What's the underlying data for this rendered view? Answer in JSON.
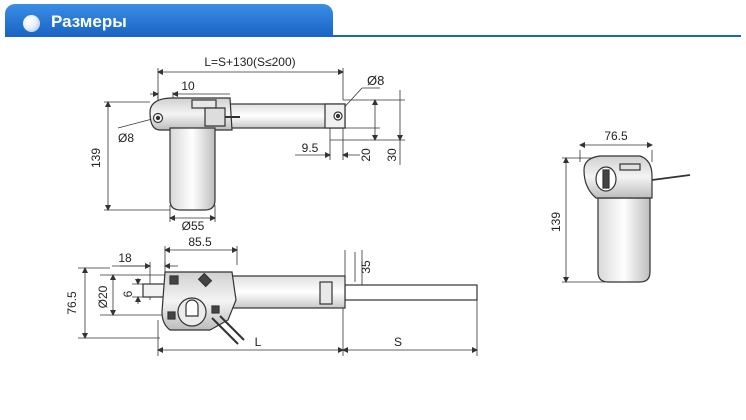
{
  "header": {
    "title": "Размеры"
  },
  "top_view": {
    "length_formula": "L=S+130(S≤200)",
    "dim_10": "10",
    "dim_hole_top": "Ø8",
    "dim_hole_left": "Ø8",
    "dim_139": "139",
    "dim_9_5": "9.5",
    "dim_20": "20",
    "dim_30": "30",
    "dim_motor_dia": "Ø55"
  },
  "side_view": {
    "dim_85_5": "85.5",
    "dim_18": "18",
    "dim_20": "Ø20",
    "dim_6": "6",
    "dim_76_5": "76.5",
    "dim_35": "35",
    "dim_L": "L",
    "dim_S": "S"
  },
  "end_view": {
    "dim_76_5": "76.5",
    "dim_139": "139"
  }
}
